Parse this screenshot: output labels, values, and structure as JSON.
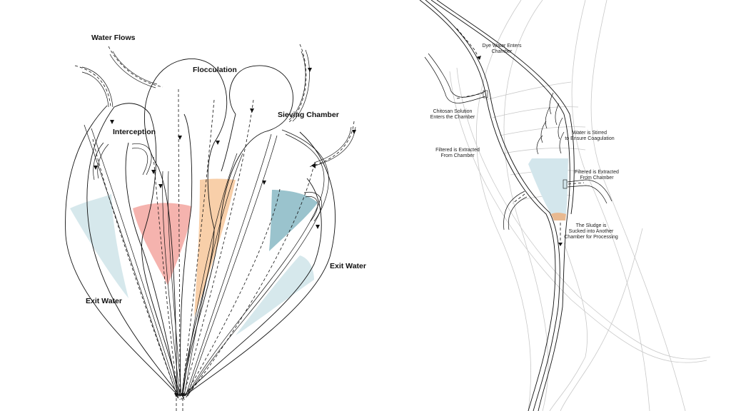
{
  "left_diagram": {
    "title": "Water treatment flow diagram",
    "labels": {
      "water_flows": "Water Flows",
      "flocculation": "Flocculation",
      "interception": "Interception",
      "sieving_chamber": "Sieving Chamber",
      "exit_water_left": "Exit Water",
      "exit_water_right": "Exit Water"
    },
    "colors": {
      "interception_fill": "#f5b3ae",
      "flocculation_fill": "#f8cfa9",
      "sieving_fill": "#9ac3cd",
      "exit_fill": "#d6e8ec",
      "line": "#111111"
    }
  },
  "right_diagram": {
    "title": "Chamber section diagram",
    "labels": {
      "dye_water_line1": "Dye Water Enters",
      "dye_water_line2": "Chamber",
      "chitosan_line1": "Chitosan Solution",
      "chitosan_line2": "Enters the Chamber",
      "filtered_left_line1": "Filtered is Extracted",
      "filtered_left_line2": "From Chamber",
      "stirred_line1": "Water is Stirred",
      "stirred_line2": "to Ensure Coagulation",
      "filtered_right_line1": "Filtered is Extracted",
      "filtered_right_line2": "From Chamber",
      "sludge_line1": "The Sludge is",
      "sludge_line2": "Sucked into Another",
      "sludge_line3": "Chamber for Processing"
    },
    "colors": {
      "water_fill": "#d3e6ec",
      "sludge_fill": "#e8b990",
      "guide_line": "#c8c8c8"
    }
  }
}
